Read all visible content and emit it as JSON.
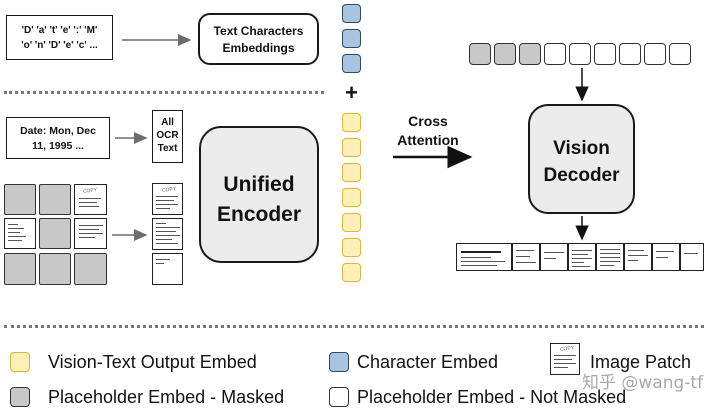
{
  "text_input": {
    "line1": "'D' 'a' 't' 'e' ':' 'M'",
    "line2": "'o' 'n' 'D' 'e' 'c' ..."
  },
  "text_embed_box": {
    "line1": "Text Characters",
    "line2": "Embeddings"
  },
  "plus_sign": "+",
  "date_box": {
    "line1": "Date: Mon, Dec",
    "line2": "11, 1995 ..."
  },
  "ocr_box": {
    "line1": "All",
    "line2": "OCR",
    "line3": "Text"
  },
  "encoder": {
    "line1": "Unified",
    "line2": "Encoder"
  },
  "cross_attention": {
    "line1": "Cross",
    "line2": "Attention"
  },
  "decoder": {
    "line1": "Vision",
    "line2": "Decoder"
  },
  "patch_stamp": "COPY",
  "legend": {
    "vision_text": "Vision-Text Output Embed",
    "character": "Character Embed",
    "image_patch": "Image Patch",
    "placeholder_masked": "Placeholder Embed - Masked",
    "placeholder_not_masked": "Placeholder Embed - Not Masked"
  },
  "watermark": "知乎 @wang-tf",
  "colors": {
    "yellow_fill": "#fff0b8",
    "blue_fill": "#a9c4e1",
    "gray_fill": "#c8c8c8"
  },
  "decoder_input_tokens": [
    "masked",
    "masked",
    "masked",
    "not_masked",
    "not_masked",
    "not_masked",
    "not_masked",
    "not_masked",
    "not_masked"
  ]
}
